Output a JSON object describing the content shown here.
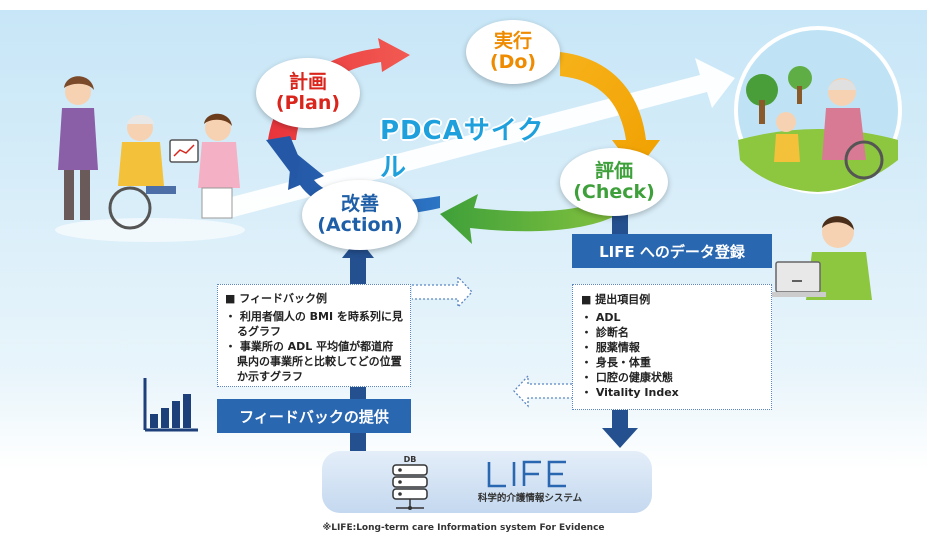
{
  "cycle": {
    "title": "PDCAサイクル",
    "plan": {
      "jp": "計画",
      "en": "(Plan)"
    },
    "do": {
      "jp": "実行",
      "en": "(Do)"
    },
    "check": {
      "jp": "評価",
      "en": "(Check)"
    },
    "action": {
      "jp": "改善",
      "en": "(Action)"
    }
  },
  "life_register": "LIFE へのデータ登録",
  "feedback_provide": "フィードバックの提供",
  "feedback_example": {
    "heading": "■ フィードバック例",
    "items": [
      "・ 利用者個人の BMI を時系列に見るグラフ",
      "・ 事業所の ADL 平均値が都道府県内の事業所と比較してどの位置か示すグラフ"
    ]
  },
  "submission": {
    "heading": "■ 提出項目例",
    "items": [
      "・ ADL",
      "・ 診断名",
      "・ 服薬情報",
      "・ 身長・体重",
      "・ 口腔の健康状態",
      "・ Vitality Index"
    ]
  },
  "life": {
    "logo": "LIFE",
    "subtitle": "科学的介護情報システム",
    "db_label": "DB",
    "footnote": "※LIFE:Long-term care Information system For Evidence"
  },
  "colors": {
    "plan": "#d9251c",
    "do": "#ef8b00",
    "check": "#3ea03a",
    "action": "#1f5fa8",
    "box_blue": "#2a67b1",
    "cycle_text": "#1ea0dd"
  },
  "icons": [
    "bar-chart-icon",
    "database-icon"
  ]
}
